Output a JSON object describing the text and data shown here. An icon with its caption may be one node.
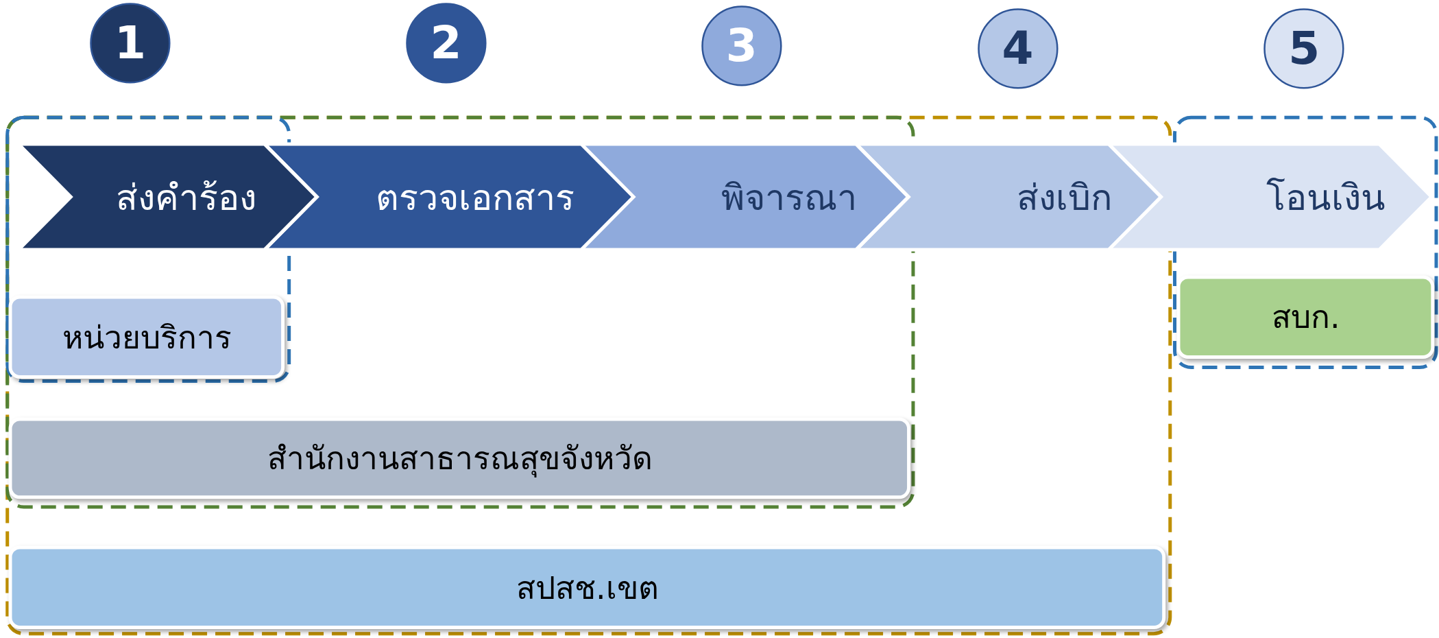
{
  "diagram": {
    "nodes": [
      {
        "text": [
          "1"
        ]
      },
      {
        "text": [
          "2"
        ]
      },
      {
        "text": [
          "3"
        ]
      },
      {
        "text": [
          "4"
        ]
      },
      {
        "text": [
          "5"
        ]
      },
      {
        "text": [
          "ส่งคำร้อง"
        ]
      },
      {
        "text": [
          "ตรวจเอกสาร"
        ]
      },
      {
        "text": [
          "พิจารณา"
        ]
      },
      {
        "text": [
          "ส่งเบิก"
        ]
      },
      {
        "text": [
          "โอนเงิน"
        ]
      },
      {
        "text": [
          "หน่วยบริการ"
        ]
      },
      {
        "text": [
          "สบก."
        ]
      },
      {
        "text": [
          "สำนักงานสาธารณสุขจังหวัด"
        ]
      },
      {
        "text": [
          "สปสช.เขต"
        ]
      }
    ]
  }
}
